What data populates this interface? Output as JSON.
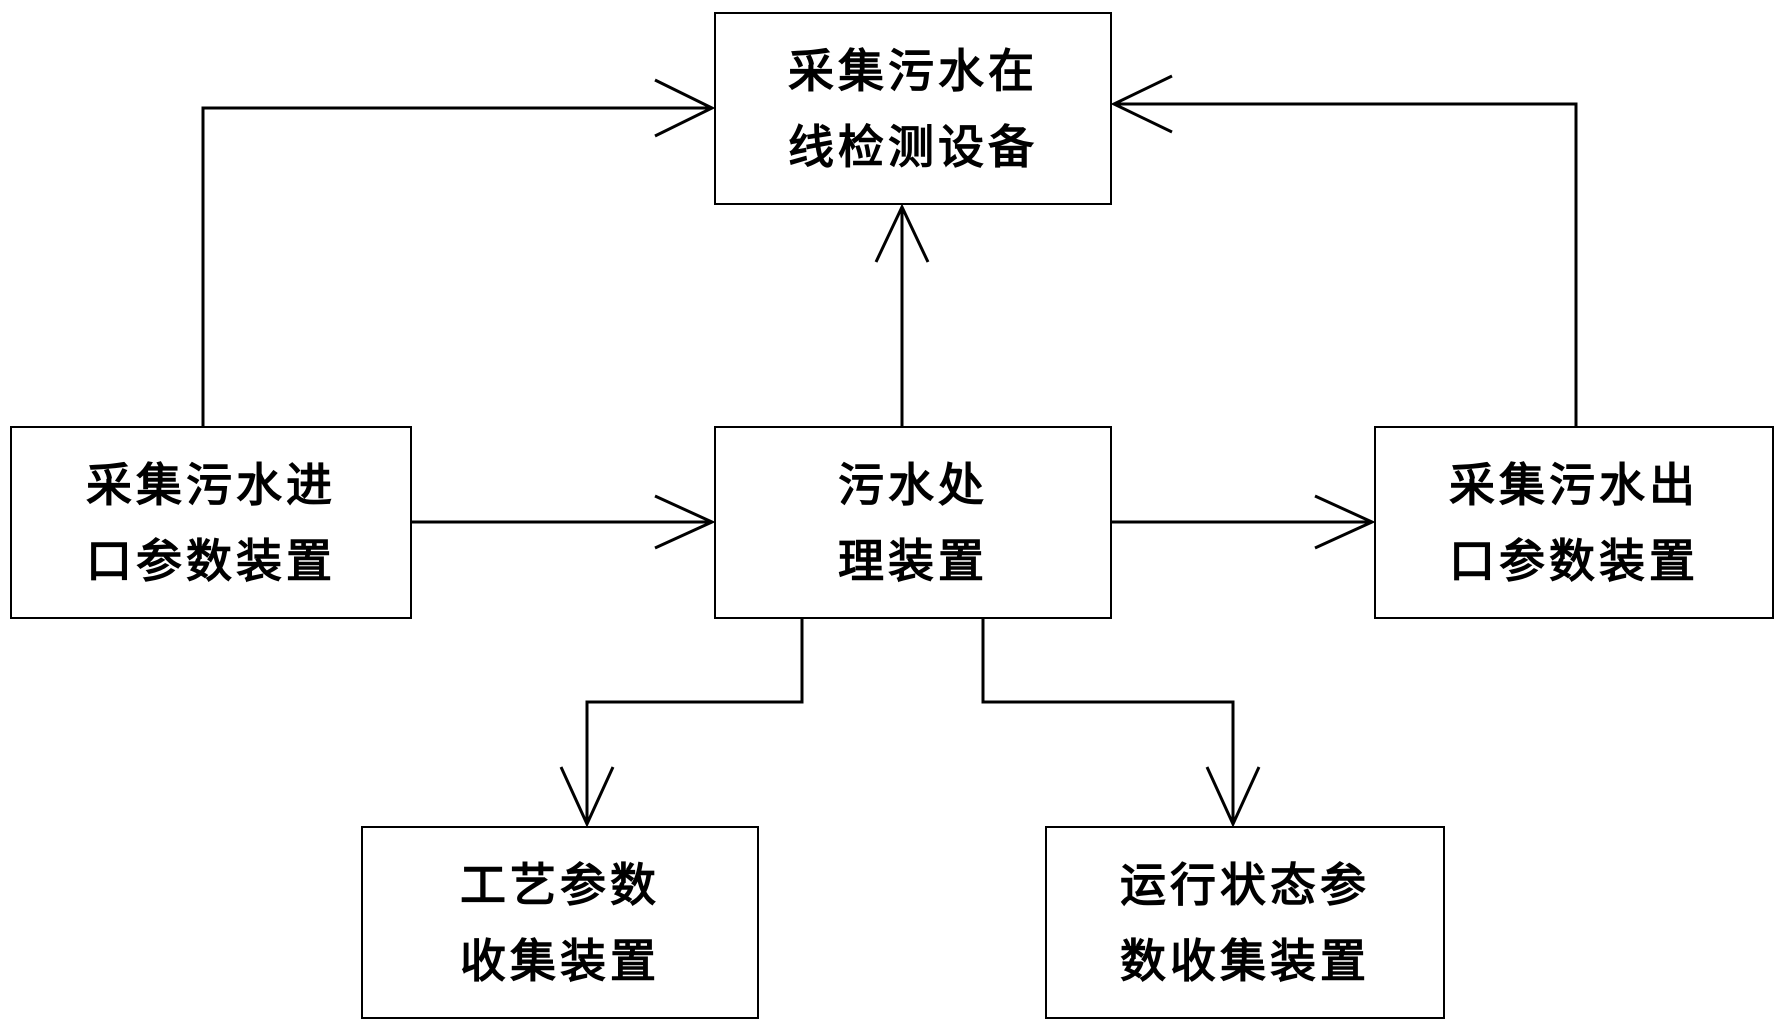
{
  "boxes": {
    "monitor": {
      "line1": "采集污水在",
      "line2": "线检测设备"
    },
    "inlet": {
      "line1": "采集污水进",
      "line2": "口参数装置"
    },
    "treatment": {
      "line1": "污水处",
      "line2": "理装置"
    },
    "outlet": {
      "line1": "采集污水出",
      "line2": "口参数装置"
    },
    "process_params": {
      "line1": "工艺参数",
      "line2": "收集装置"
    },
    "running_params": {
      "line1": "运行状态参",
      "line2": "数收集装置"
    }
  },
  "connections": [
    {
      "from": "inlet",
      "to": "monitor"
    },
    {
      "from": "treatment",
      "to": "monitor"
    },
    {
      "from": "outlet",
      "to": "monitor"
    },
    {
      "from": "inlet",
      "to": "treatment"
    },
    {
      "from": "treatment",
      "to": "outlet"
    },
    {
      "from": "treatment",
      "to": "process_params"
    },
    {
      "from": "treatment",
      "to": "running_params"
    }
  ]
}
